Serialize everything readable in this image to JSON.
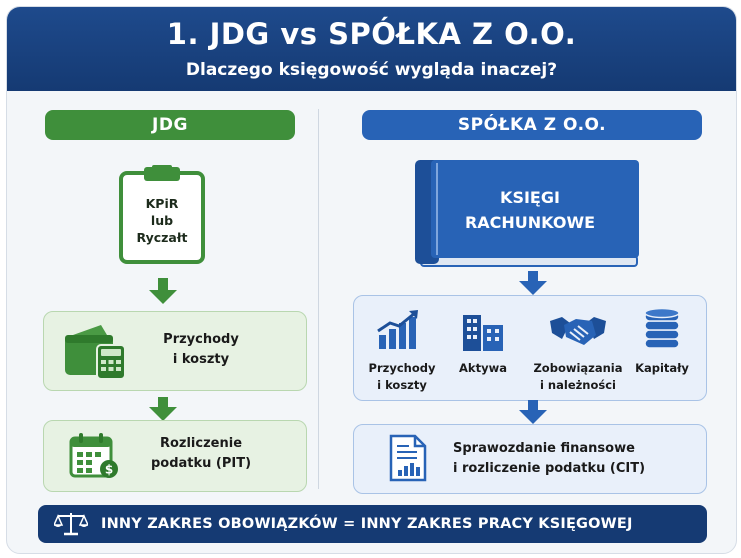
{
  "header": {
    "title": "1. JDG vs SPÓŁKA Z O.O.",
    "subtitle": "Dlaczego księgowość wygląda inaczej?"
  },
  "left": {
    "label": "JDG",
    "clipboard_lines": [
      "KPiR",
      "lub",
      "Ryczałt"
    ],
    "box1_lines": [
      "Przychody",
      "i koszty"
    ],
    "box2_lines": [
      "Rozliczenie",
      "podatku (PIT)"
    ],
    "color": "#3f8f3b"
  },
  "right": {
    "label": "SPÓŁKA Z O.O.",
    "book_lines": [
      "KSIĘGI",
      "RACHUNKOWE"
    ],
    "items": [
      {
        "icon": "growth-chart-icon",
        "lines": [
          "Przychody",
          "i koszty"
        ]
      },
      {
        "icon": "buildings-icon",
        "lines": [
          "Aktywa"
        ]
      },
      {
        "icon": "handshake-icon",
        "lines": [
          "Zobowiązania",
          "i należności"
        ]
      },
      {
        "icon": "coins-icon",
        "lines": [
          "Kapitały"
        ]
      }
    ],
    "box2_lines": [
      "Sprawozdanie finansowe",
      "i rozliczenie podatku (CIT)"
    ],
    "color": "#2863b6"
  },
  "footer": {
    "text": "INNY ZAKRES OBOWIĄZKÓW = INNY ZAKRES PRACY KSIĘGOWEJ",
    "icon": "scale-icon"
  }
}
